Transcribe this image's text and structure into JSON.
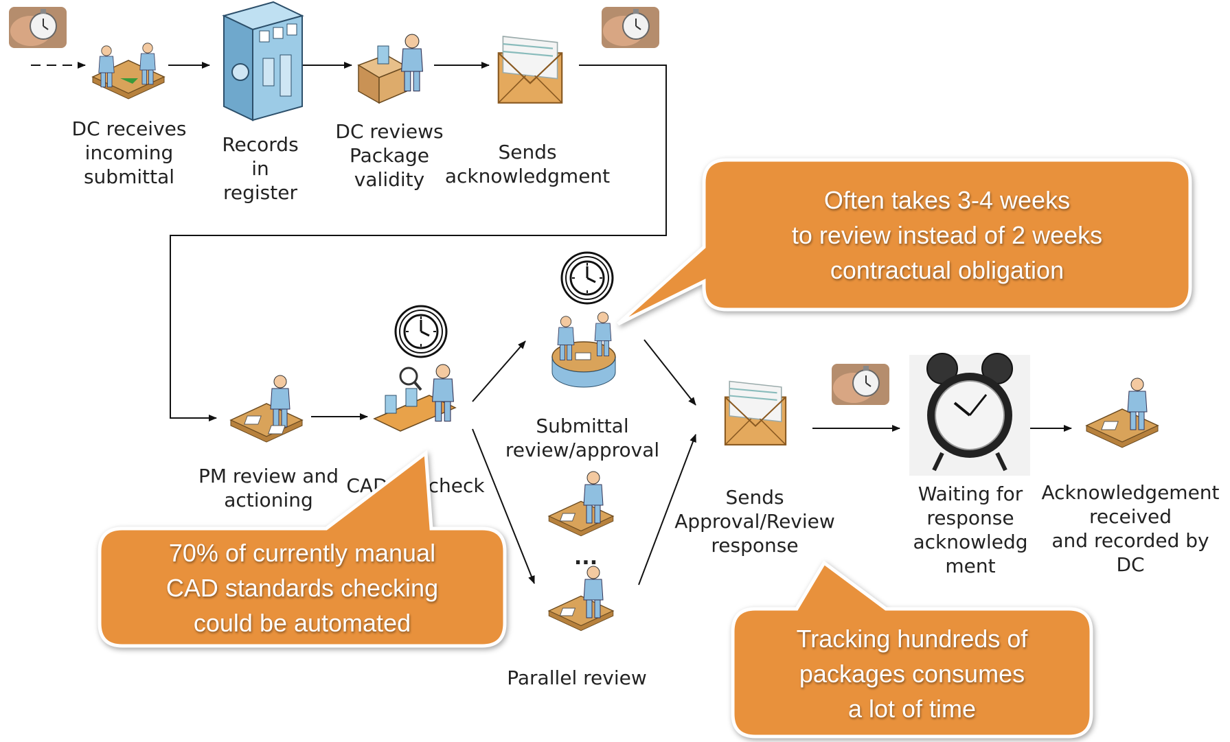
{
  "colors": {
    "callout_fill": "#e8913c",
    "callout_border": "#ffffff",
    "person_blue": "#8fbfe0",
    "desk_tan": "#d9a35a",
    "envelope": "#e4a95d",
    "arrow": "#111111"
  },
  "steps": {
    "receive": "DC receives\nincoming\nsubmittal",
    "records": "Records\nin\nregister",
    "review_validity": "DC reviews\nPackage\nvalidity",
    "sends_ack": "Sends\nacknowledgment",
    "pm_review": "PM review and\nactioning",
    "cad_qa": "CAD QA check",
    "submittal_review": "Submittal\nreview/approval",
    "parallel_ellipsis": "...",
    "parallel_review": "Parallel review",
    "sends_response": "Sends\nApproval/Review\nresponse",
    "waiting": "Waiting for\nresponse\nacknowledg\nment",
    "ack_received": "Acknowledgement\nreceived\nand recorded by DC"
  },
  "callouts": {
    "review_time": "Often takes 3-4 weeks\nto review instead of 2 weeks\ncontractual obligation",
    "cad_automation": "70% of currently manual\nCAD standards checking\ncould be automated",
    "tracking": "Tracking hundreds of\npackages consumes\na lot of time"
  },
  "icons": [
    "stopwatch-icon",
    "meeting-people-icon",
    "server-cabinet-icon",
    "package-review-icon",
    "envelope-icon",
    "stopwatch-icon",
    "wall-clock-icon",
    "desk-worker-icon",
    "magnifier-conveyor-icon",
    "wall-clock-icon",
    "conference-table-icon",
    "desk-worker-icon",
    "desk-worker-icon",
    "envelope-icon",
    "stopwatch-icon",
    "alarm-clock-icon",
    "desk-worker-icon"
  ]
}
